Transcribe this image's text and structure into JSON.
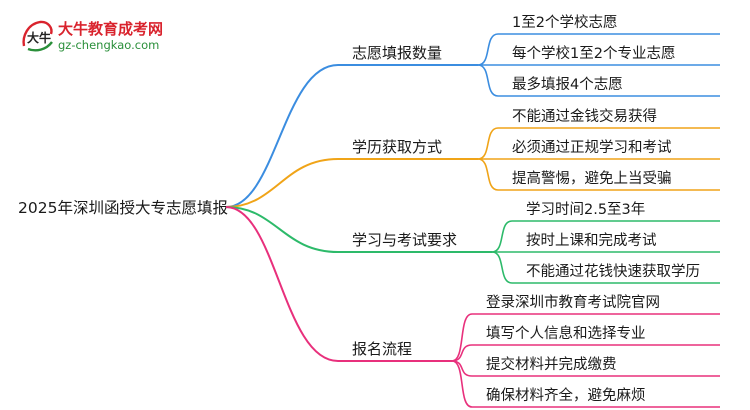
{
  "logo": {
    "title": "大牛教育成考网",
    "url": "gz-chengkao.com",
    "mark_text": "大牛"
  },
  "mindmap": {
    "root": "2025年深圳函授大专志愿填报",
    "branches": [
      {
        "label": "志愿填报数量",
        "color": "#3b8de0",
        "children": [
          "1至2个学校志愿",
          "每个学校1至2个专业志愿",
          "最多填报4个志愿"
        ]
      },
      {
        "label": "学历获取方式",
        "color": "#f0a418",
        "children": [
          "不能通过金钱交易获得",
          "必须通过正规学习和考试",
          "提高警惕，避免上当受骗"
        ]
      },
      {
        "label": "学习与考试要求",
        "color": "#2dba6a",
        "children": [
          "学习时间2.5至3年",
          "按时上课和完成考试",
          "不能通过花钱快速获取学历"
        ]
      },
      {
        "label": "报名流程",
        "color": "#e8307c",
        "children": [
          "登录深圳市教育考试院官网",
          "填写个人信息和选择专业",
          "提交材料并完成缴费",
          "确保材料齐全，避免麻烦"
        ]
      }
    ]
  }
}
